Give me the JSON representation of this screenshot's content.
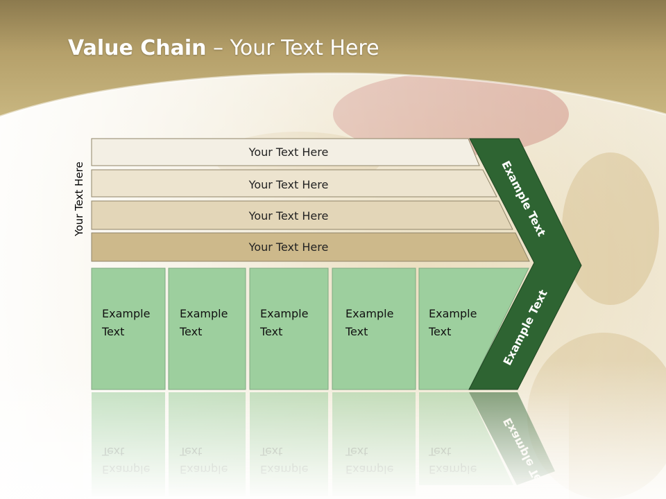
{
  "title": {
    "bold": "Value Chain",
    "rest": " – Your Text Here"
  },
  "vertical_label": "Your Text Here",
  "bands": [
    "Your Text Here",
    "Your Text Here",
    "Your Text Here",
    "Your Text Here"
  ],
  "boxes": [
    [
      "Example",
      "Text"
    ],
    [
      "Example",
      "Text"
    ],
    [
      "Example",
      "Text"
    ],
    [
      "Example",
      "Text"
    ],
    [
      "Example",
      "Text"
    ]
  ],
  "arrow_labels": {
    "upper": "Example Text",
    "lower": "Example Text"
  },
  "colors": {
    "header_gold": "#b9a46e",
    "box_green": "#9dcf9e",
    "arrow_green": "#2e6432",
    "band_colors": [
      "#f3efe4",
      "#ede4cf",
      "#e3d6b8",
      "#cdb98b"
    ]
  }
}
